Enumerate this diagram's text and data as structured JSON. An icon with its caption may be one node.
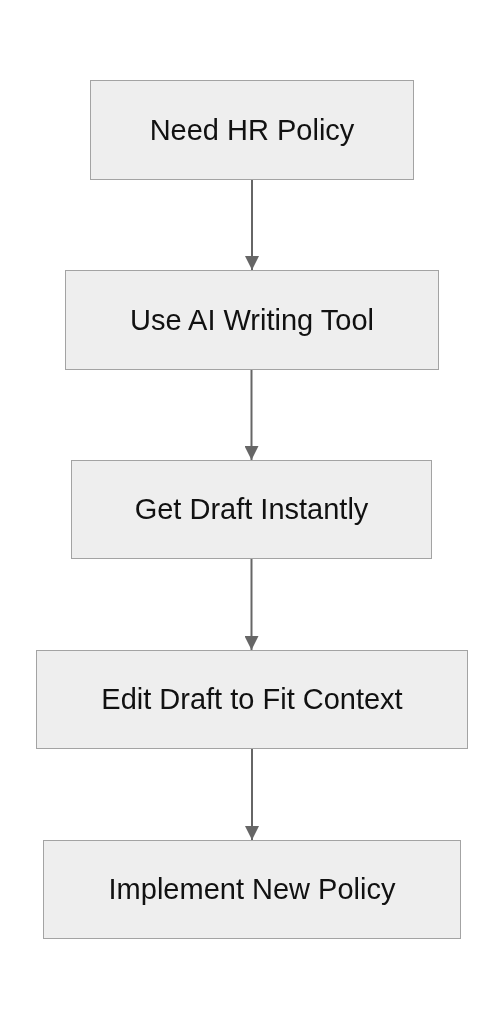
{
  "diagram": {
    "nodes": [
      {
        "text": [
          "Need HR Policy"
        ]
      },
      {
        "text": [
          "Use AI Writing Tool"
        ]
      },
      {
        "text": [
          "Get Draft Instantly"
        ]
      },
      {
        "text": [
          "Edit Draft to Fit Context"
        ]
      },
      {
        "text": [
          "Implement New Policy"
        ]
      }
    ],
    "edges": [
      {
        "from": 0,
        "to": 1,
        "arrow": "to"
      },
      {
        "from": 1,
        "to": 2,
        "arrow": "to"
      },
      {
        "from": 2,
        "to": 3,
        "arrow": "to"
      },
      {
        "from": 3,
        "to": 4,
        "arrow": "to"
      }
    ]
  }
}
